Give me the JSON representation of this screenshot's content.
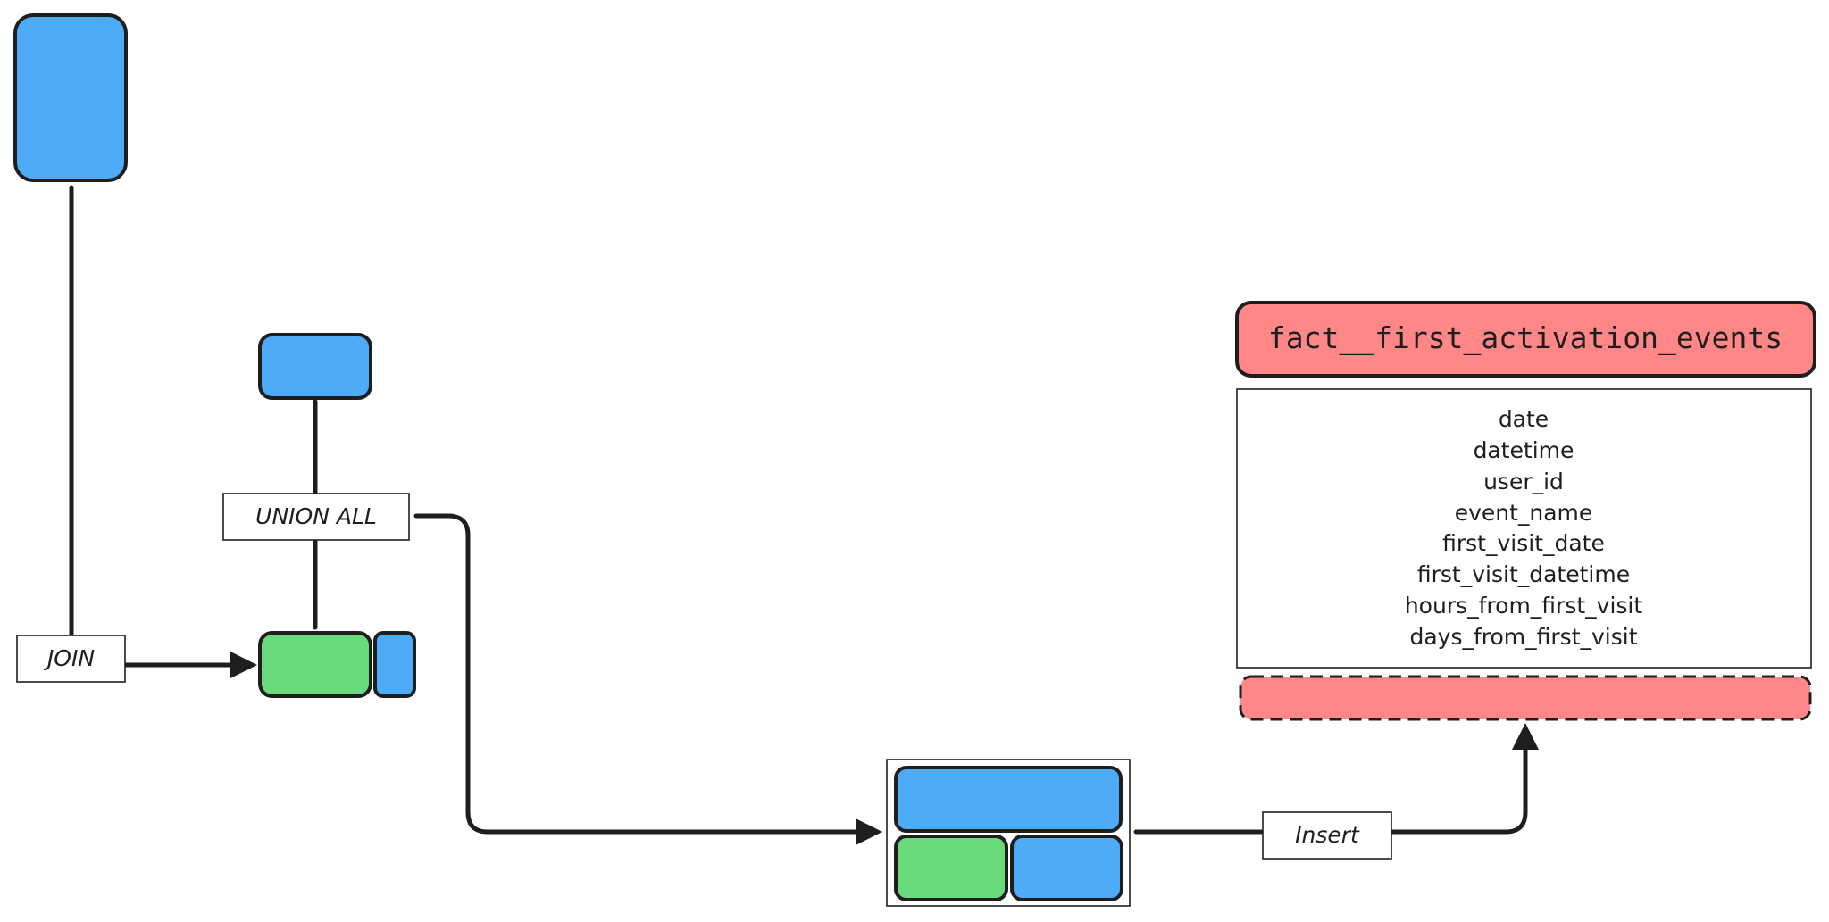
{
  "colors": {
    "blue": "#4dabf7",
    "green": "#69db7c",
    "red": "#ff8787",
    "stroke": "#1e1e1e",
    "background": "#ffffff"
  },
  "labels": {
    "join": "JOIN",
    "union_all": "UNION ALL",
    "insert": "Insert"
  },
  "table": {
    "name": "fact__first_activation_events",
    "columns": [
      "date",
      "datetime",
      "user_id",
      "event_name",
      "first_visit_date",
      "first_visit_datetime",
      "hours_from_first_visit",
      "days_from_first_visit"
    ]
  }
}
